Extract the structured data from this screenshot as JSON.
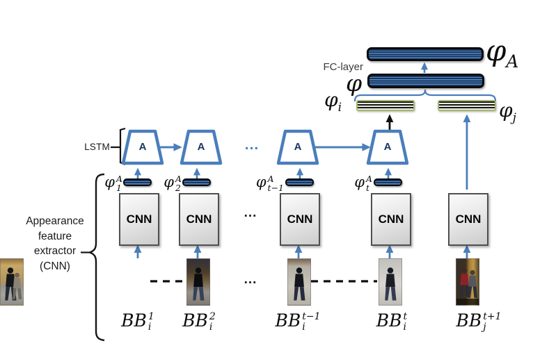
{
  "top": {
    "fc_label": "FC-layer",
    "phi_A": {
      "base": "φ",
      "sub": "A"
    },
    "phi": {
      "base": "φ"
    },
    "phi_i": {
      "base": "φ",
      "sub": "i"
    },
    "phi_j": {
      "base": "φ",
      "sub": "j"
    }
  },
  "lstm": {
    "label": "LSTM",
    "ellipsis": "...",
    "cells": [
      {
        "label": "A"
      },
      {
        "label": "A"
      },
      {
        "label": "A"
      },
      {
        "label": "A"
      }
    ]
  },
  "features": [
    {
      "base": "φ",
      "sup": "A",
      "sub": "1"
    },
    {
      "base": "φ",
      "sup": "A",
      "sub": "2"
    },
    {
      "base": "φ",
      "sup": "A",
      "sub": "t−1"
    },
    {
      "base": "φ",
      "sup": "A",
      "sub": "t"
    }
  ],
  "cnn": {
    "ellipsis": "...",
    "boxes": [
      {
        "label": "CNN"
      },
      {
        "label": "CNN"
      },
      {
        "label": "CNN"
      },
      {
        "label": "CNN"
      },
      {
        "label": "CNN"
      }
    ]
  },
  "frames": {
    "ellipsis": "..."
  },
  "bb": [
    {
      "base": "BB",
      "sup": "1",
      "sub": "i"
    },
    {
      "base": "BB",
      "sup": "2",
      "sub": "i"
    },
    {
      "base": "BB",
      "sup": "t−1",
      "sub": "i"
    },
    {
      "base": "BB",
      "sup": "t",
      "sub": "i"
    },
    {
      "base": "BB",
      "sup": "t+1",
      "sub": "j"
    }
  ],
  "side": {
    "lines": [
      "Appearance",
      "feature",
      "extractor",
      "(CNN)"
    ]
  },
  "colors": {
    "accent_blue": "#4a7ebc",
    "bar_navy": "#16365d",
    "bar_stripe": "#5b8ac6",
    "feature_green": "#a3b86c",
    "line_black": "#111111"
  }
}
